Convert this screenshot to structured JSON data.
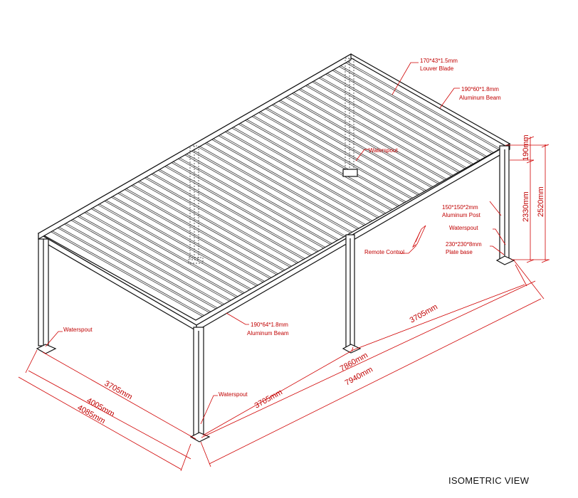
{
  "view_title": "ISOMETRIC VIEW",
  "annotations": {
    "louver_blade_size": "170*43*1.5mm",
    "louver_blade_label": "Louver Blade",
    "top_beam_size": "190*60*1.8mm",
    "top_beam_label": "Aluminum Beam",
    "front_beam_size": "190*64*1.8mm",
    "front_beam_label": "Aluminum Beam",
    "post_size": "150*150*2mm",
    "post_label": "Aluminum Post",
    "waterspout_right": "Waterspout",
    "waterspout_center": "Waterspout",
    "waterspout_left": "Waterspout",
    "waterspout_front": "Waterspout",
    "plate_size": "230*230*8mm",
    "plate_label": "Plate base",
    "remote_label": "Remote Control"
  },
  "dimensions": {
    "beam_height": "190mm",
    "post_height": "2330mm",
    "total_height": "2520mm",
    "right_bay": "3705mm",
    "front_bay": "3705mm",
    "inner_length": "7860mm",
    "outer_length": "7940mm",
    "left_bay": "3705mm",
    "inner_width": "4005mm",
    "outer_width": "4085mm"
  }
}
